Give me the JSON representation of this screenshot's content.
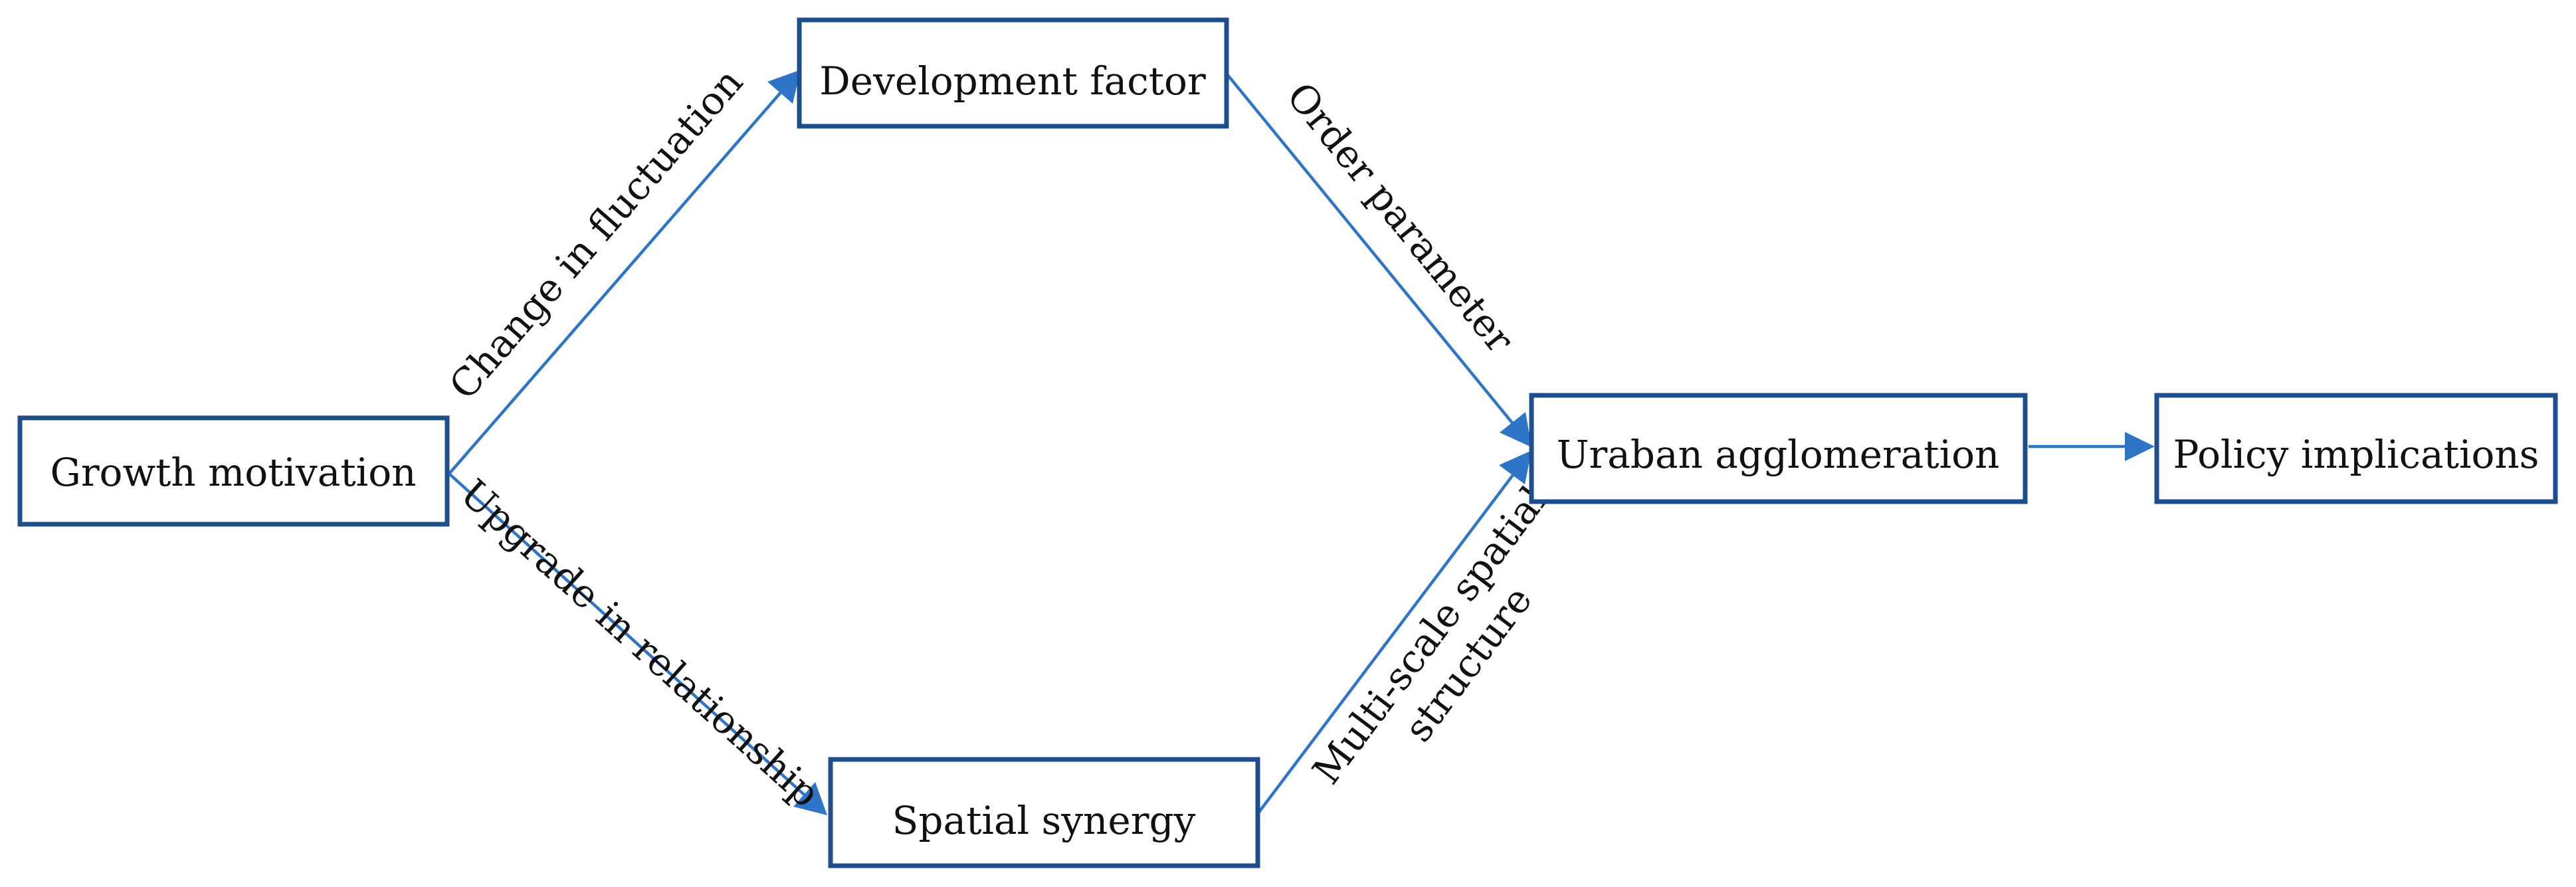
{
  "colors": {
    "box_border": "#1f4e8c",
    "arrow": "#2e75c8",
    "text": "#111111",
    "background": "#ffffff"
  },
  "nodes": {
    "growth": "Growth motivation",
    "development": "Development factor",
    "spatial": "Spatial synergy",
    "urban": "Uraban agglomeration",
    "policy": "Policy implications"
  },
  "edges": {
    "change": "Change in fluctuation",
    "upgrade": "Upgrade in relationship",
    "order": "Order parameter",
    "multiscale_line1": "Multi-scale spatial",
    "multiscale_line2": "structure"
  }
}
